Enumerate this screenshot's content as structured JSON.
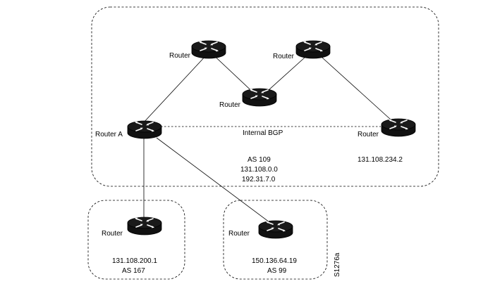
{
  "regions": {
    "as109": {
      "as_label": "AS 109",
      "net1": "131.108.0.0",
      "net2": "192.31.7.0"
    },
    "as167": {
      "address": "131.108.200.1",
      "as_label": "AS 167"
    },
    "as99": {
      "address": "150.136.64.19",
      "as_label": "AS 99"
    }
  },
  "routers": {
    "top_left": {
      "label": "Router"
    },
    "top_right": {
      "label": "Router"
    },
    "middle": {
      "label": "Router"
    },
    "router_a": {
      "label": "Router A"
    },
    "right": {
      "label": "Router",
      "address": "131.108.234.2"
    },
    "as167": {
      "label": "Router"
    },
    "as99": {
      "label": "Router"
    }
  },
  "internal_bgp_label": "Internal BGP",
  "figure_code": "S1276a",
  "icons": {
    "router": "router-icon"
  }
}
